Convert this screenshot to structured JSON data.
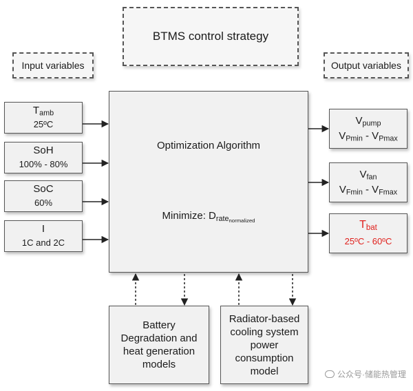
{
  "title": "BTMS control strategy",
  "input_header": "Input variables",
  "output_header": "Output variables",
  "inputs": [
    {
      "main": "T",
      "main_sub": "amb",
      "sub": "25ºC"
    },
    {
      "main": "SoH",
      "main_sub": "",
      "sub": "100% - 80%"
    },
    {
      "main": "SoC",
      "main_sub": "",
      "sub": "60%"
    },
    {
      "main": "I",
      "main_sub": "",
      "sub": "1C and 2C"
    }
  ],
  "main_box": {
    "label": "Optimization Algorithm",
    "minimize_label": "Minimize: D",
    "minimize_sub": "rate",
    "minimize_subsub": "normalized"
  },
  "outputs": [
    {
      "main": "V",
      "main_sub": "pump",
      "r1": "V",
      "r1_sub": "Pmin",
      "sep": " - ",
      "r2": "V",
      "r2_sub": "Pmax",
      "color": "#1a1a1a"
    },
    {
      "main": "V",
      "main_sub": "fan",
      "r1": "V",
      "r1_sub": "Fmin",
      "sep": " - ",
      "r2": "V",
      "r2_sub": "Fmax",
      "color": "#1a1a1a"
    },
    {
      "main": "T",
      "main_sub": "bat",
      "range": "25ºC - 60ºC",
      "color": "#e0201c"
    }
  ],
  "bottom": {
    "left": [
      "Battery",
      "Degradation and",
      "heat generation",
      "models"
    ],
    "right": [
      "Radiator-based",
      "cooling system",
      "power",
      "consumption",
      "model"
    ]
  },
  "watermark": "公众号·储能热管理"
}
